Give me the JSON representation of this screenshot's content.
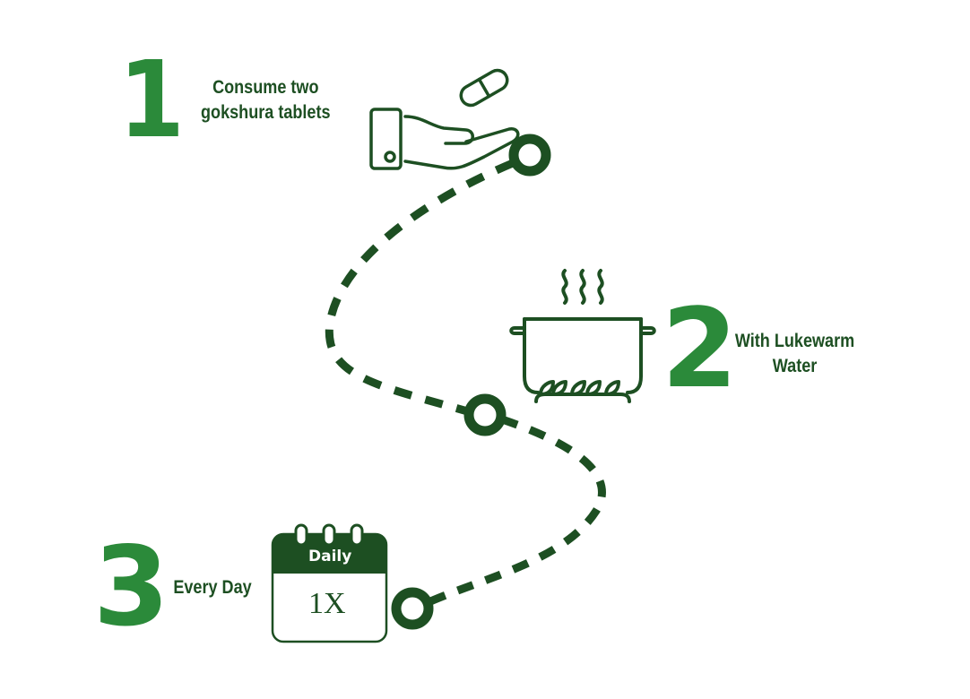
{
  "colors": {
    "number_green": "#2b8a3a",
    "dark_green": "#1d4f22",
    "background": "#ffffff"
  },
  "steps": [
    {
      "number": "1",
      "text_line1": "Consume two",
      "text_line2": "gokshura tablets",
      "icon": "hand-with-pill-icon"
    },
    {
      "number": "2",
      "text_line1": "With Lukewarm",
      "text_line2": "Water",
      "icon": "pot-on-stove-icon"
    },
    {
      "number": "3",
      "text_line1": "Every Day",
      "text_line2": "",
      "icon": "calendar-icon"
    }
  ],
  "calendar": {
    "header": "Daily",
    "value": "1X"
  }
}
